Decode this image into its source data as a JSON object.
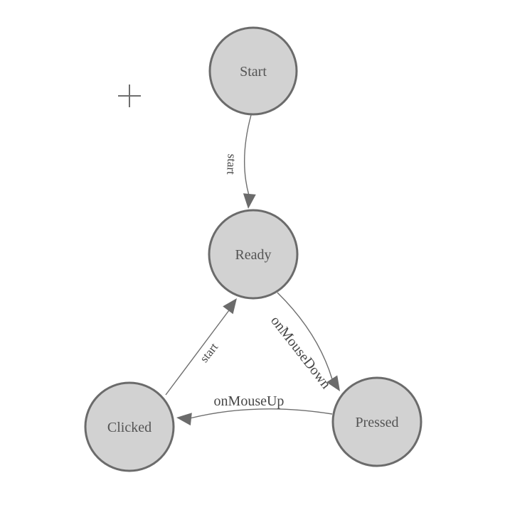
{
  "diagram": {
    "type": "state-machine",
    "colors": {
      "background": "#ffffff",
      "node_fill": "#d2d2d2",
      "node_stroke": "#6b6b6b",
      "edge": "#6e6e6e",
      "arrow": "#6b6b6b",
      "node_text": "#545454",
      "edge_text": "#464646",
      "crosshair": "#6e6e6e"
    },
    "nodes": {
      "start": {
        "label": "Start"
      },
      "ready": {
        "label": "Ready"
      },
      "clicked": {
        "label": "Clicked"
      },
      "pressed": {
        "label": "Pressed"
      }
    },
    "edges": {
      "start_to_ready": {
        "from": "Start",
        "to": "Ready",
        "label": "start"
      },
      "clicked_to_ready": {
        "from": "Clicked",
        "to": "Ready",
        "label": "start"
      },
      "ready_to_pressed": {
        "from": "Ready",
        "to": "Pressed",
        "label": "onMouseDown"
      },
      "pressed_to_clicked": {
        "from": "Pressed",
        "to": "Clicked",
        "label": "onMouseUp"
      }
    },
    "crosshair": {
      "symbol": "plus"
    }
  }
}
